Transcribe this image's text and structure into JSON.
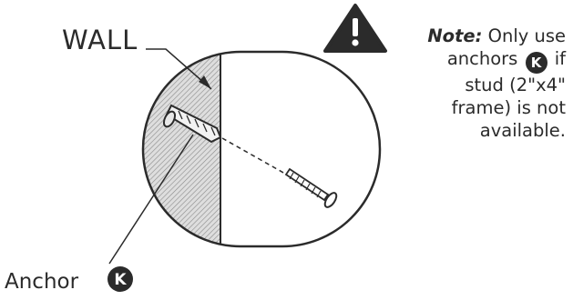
{
  "wall_label": "WALL",
  "anchor_label": "Anchor",
  "part_letter": "K",
  "note": {
    "prefix": "Note:",
    "line1": " Only use",
    "line2_before": "anchors ",
    "line2_after": " if",
    "line3": "stud (2\"x4\"",
    "line4": "frame) is not",
    "line5": "available."
  },
  "colors": {
    "ink": "#2b2b2b",
    "hatch_bg": "#dedede",
    "hatch_line": "#8a8a8a",
    "warning": "#2b2b2b"
  },
  "icons": [
    "warning-triangle-icon",
    "part-k-badge-icon"
  ]
}
